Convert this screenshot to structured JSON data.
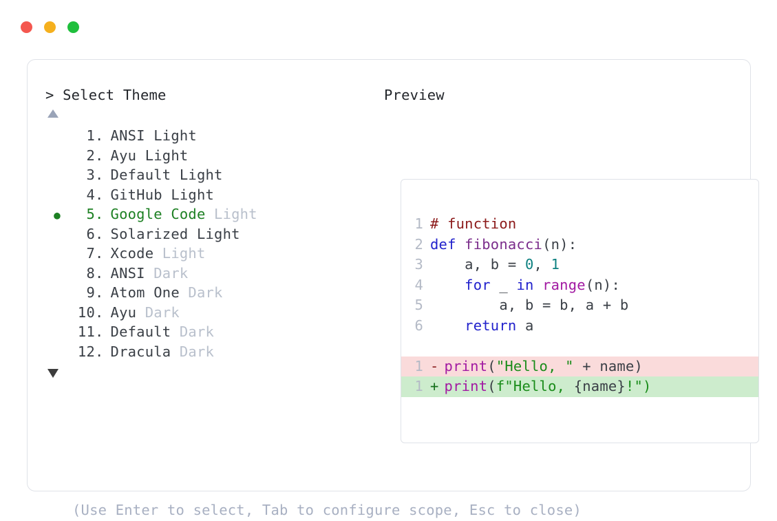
{
  "window": {
    "dots": [
      {
        "name": "close",
        "color": "#f4574f"
      },
      {
        "name": "minimize",
        "color": "#f5b01e"
      },
      {
        "name": "maximize",
        "color": "#1fbf3c"
      }
    ]
  },
  "prompt": {
    "title": "> Select Theme",
    "scroll_up_icon": "triangle-up-icon",
    "scroll_down_icon": "triangle-down-icon"
  },
  "preview": {
    "title": "Preview"
  },
  "footer": {
    "hint": "(Use Enter to select, Tab to configure scope, Esc to close)"
  },
  "themes": [
    {
      "index": "1.",
      "name": "ANSI Light",
      "variant": "",
      "selected": false
    },
    {
      "index": "2.",
      "name": "Ayu Light",
      "variant": "",
      "selected": false
    },
    {
      "index": "3.",
      "name": "Default Light",
      "variant": "",
      "selected": false
    },
    {
      "index": "4.",
      "name": "GitHub Light",
      "variant": "",
      "selected": false
    },
    {
      "index": "5.",
      "name": "Google Code",
      "variant": " Light",
      "selected": true
    },
    {
      "index": "6.",
      "name": "Solarized Light",
      "variant": "",
      "selected": false
    },
    {
      "index": "7.",
      "name": "Xcode",
      "variant": " Light",
      "selected": false
    },
    {
      "index": "8.",
      "name": "ANSI",
      "variant": " Dark",
      "selected": false
    },
    {
      "index": "9.",
      "name": "Atom One",
      "variant": " Dark",
      "selected": false
    },
    {
      "index": "10.",
      "name": "Ayu",
      "variant": " Dark",
      "selected": false
    },
    {
      "index": "11.",
      "name": "Default",
      "variant": " Dark",
      "selected": false
    },
    {
      "index": "12.",
      "name": "Dracula",
      "variant": " Dark",
      "selected": false
    }
  ],
  "selected_marker": "●",
  "code_lines": [
    {
      "ln": "1",
      "tokens": [
        {
          "t": "# function",
          "c": "t-comment"
        }
      ]
    },
    {
      "ln": "2",
      "tokens": [
        {
          "t": "def ",
          "c": "t-def"
        },
        {
          "t": "fibonacci",
          "c": "t-fn"
        },
        {
          "t": "(n):",
          "c": "t-punc"
        }
      ]
    },
    {
      "ln": "3",
      "tokens": [
        {
          "t": "    a, b = ",
          "c": "t-plain"
        },
        {
          "t": "0",
          "c": "t-num"
        },
        {
          "t": ", ",
          "c": "t-plain"
        },
        {
          "t": "1",
          "c": "t-num"
        }
      ]
    },
    {
      "ln": "4",
      "tokens": [
        {
          "t": "    ",
          "c": "t-plain"
        },
        {
          "t": "for",
          "c": "t-kw"
        },
        {
          "t": " _ ",
          "c": "t-plain"
        },
        {
          "t": "in",
          "c": "t-kw"
        },
        {
          "t": " ",
          "c": "t-plain"
        },
        {
          "t": "range",
          "c": "t-builtin"
        },
        {
          "t": "(n):",
          "c": "t-punc"
        }
      ]
    },
    {
      "ln": "5",
      "tokens": [
        {
          "t": "        a, b = b, a + b",
          "c": "t-plain"
        }
      ]
    },
    {
      "ln": "6",
      "tokens": [
        {
          "t": "    ",
          "c": "t-plain"
        },
        {
          "t": "return",
          "c": "t-kw"
        },
        {
          "t": " a",
          "c": "t-plain"
        }
      ]
    }
  ],
  "diff_lines": [
    {
      "ln": "1",
      "kind": "del",
      "sign": "-",
      "tokens": [
        {
          "t": "print",
          "c": "t-builtin"
        },
        {
          "t": "(",
          "c": "t-punc"
        },
        {
          "t": "\"Hello, \"",
          "c": "t-str"
        },
        {
          "t": " + name)",
          "c": "t-plain"
        }
      ]
    },
    {
      "ln": "1",
      "kind": "add",
      "sign": "+",
      "tokens": [
        {
          "t": "print",
          "c": "t-builtin"
        },
        {
          "t": "(",
          "c": "t-punc"
        },
        {
          "t": "f\"Hello, ",
          "c": "t-str"
        },
        {
          "t": "{name}",
          "c": "t-plain"
        },
        {
          "t": "!\")",
          "c": "t-str"
        }
      ]
    }
  ],
  "colors": {
    "accent_selected": "#1d8023",
    "muted": "#b9c0cc",
    "hint": "#a8b0c2",
    "border": "#dfe2e8",
    "diff_del_bg": "#fadbdb",
    "diff_add_bg": "#cdeccd"
  }
}
